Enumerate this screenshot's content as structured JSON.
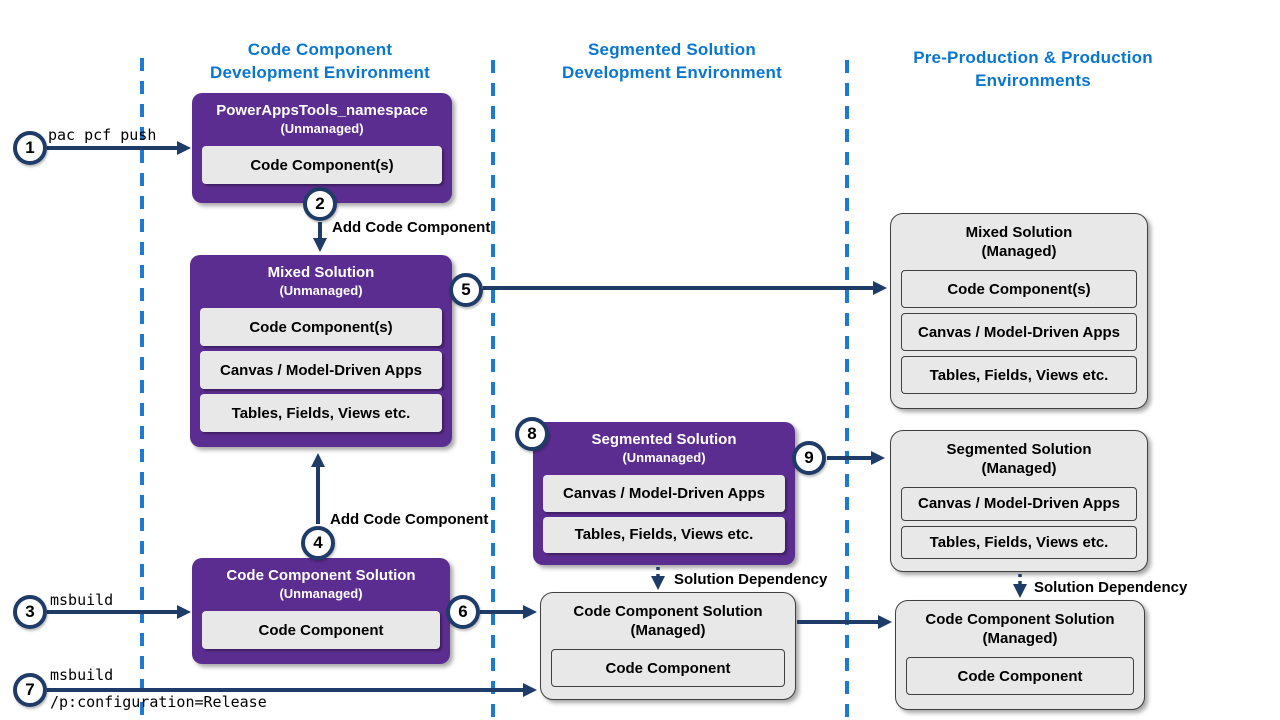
{
  "colors": {
    "header_blue": "#0b76d0",
    "separator_blue": "#1d7ad4",
    "solution_purple": "#5c2d91",
    "connector_navy": "#1f3c68",
    "managed_gray": "#e8e8e8"
  },
  "column_headers": [
    {
      "line1": "Code Component",
      "line2": "Development Environment"
    },
    {
      "line1": "Segmented Solution",
      "line2": "Development Environment"
    },
    {
      "line1": "Pre-Production & Production",
      "line2": "Environments"
    }
  ],
  "steps": {
    "s1": "1",
    "s2": "2",
    "s3": "3",
    "s4": "4",
    "s5": "5",
    "s6": "6",
    "s7": "7",
    "s8": "8",
    "s9": "9"
  },
  "labels": {
    "cmd_pac_push": "pac pcf push",
    "cmd_msbuild": "msbuild",
    "cmd_msbuild_release_line1": "msbuild",
    "cmd_msbuild_release_line2": "/p:configuration=Release",
    "add_code_component_top": "Add Code Component",
    "add_code_component_bottom": "Add Code Component",
    "solution_dependency_mid": "Solution Dependency",
    "solution_dependency_right": "Solution Dependency"
  },
  "boxes": {
    "powerapps_namespace": {
      "title": "PowerAppsTools_namespace",
      "subtitle": "(Unmanaged)",
      "items": [
        "Code Component(s)"
      ]
    },
    "mixed_unmanaged": {
      "title": "Mixed Solution",
      "subtitle": "(Unmanaged)",
      "items": [
        "Code Component(s)",
        "Canvas / Model-Driven Apps",
        "Tables, Fields, Views etc."
      ]
    },
    "code_component_unmanaged": {
      "title": "Code Component Solution",
      "subtitle": "(Unmanaged)",
      "items": [
        "Code Component"
      ]
    },
    "segmented_unmanaged": {
      "title": "Segmented Solution",
      "subtitle": "(Unmanaged)",
      "items": [
        "Canvas / Model-Driven Apps",
        "Tables, Fields, Views etc."
      ]
    },
    "mixed_managed": {
      "title": "Mixed Solution",
      "subtitle": "(Managed)",
      "items": [
        "Code Component(s)",
        "Canvas / Model-Driven Apps",
        "Tables, Fields, Views etc."
      ]
    },
    "segmented_managed": {
      "title": "Segmented Solution",
      "subtitle": "(Managed)",
      "items": [
        "Canvas / Model-Driven Apps",
        "Tables, Fields, Views etc."
      ]
    },
    "code_component_managed_mid": {
      "title": "Code Component Solution",
      "subtitle": "(Managed)",
      "items": [
        "Code Component"
      ]
    },
    "code_component_managed_right": {
      "title": "Code Component Solution",
      "subtitle": "(Managed)",
      "items": [
        "Code Component"
      ]
    }
  }
}
